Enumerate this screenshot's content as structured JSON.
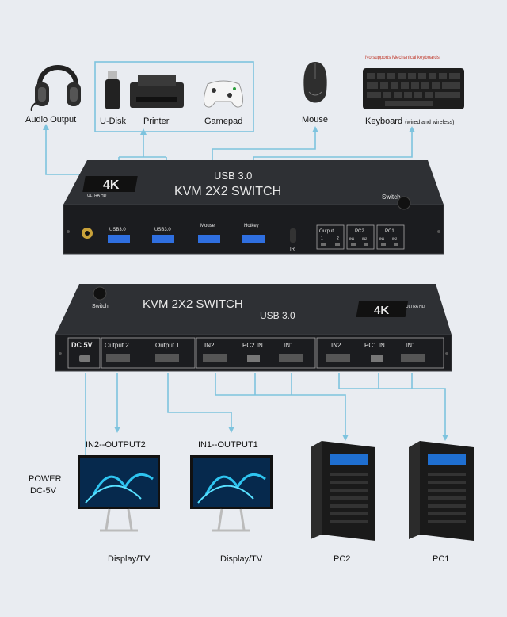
{
  "top_devices": {
    "audio": "Audio Output",
    "udisk": "U-Disk",
    "printer": "Printer",
    "gamepad": "Gamepad",
    "mouse": "Mouse",
    "keyboard": "Keyboard",
    "keyboard_note": "(wired and wireless)",
    "keyboard_warning": "No supports Mechanical keyboards"
  },
  "front_panel": {
    "logo_4k": "4K",
    "logo_sub": "ULTRA HD",
    "line1": "USB 3.0",
    "line2": "KVM 2X2 SWITCH",
    "switch_label": "Switch",
    "port_usb1": "USB3.0",
    "port_usb2": "USB3.0",
    "port_mouse": "Mouse",
    "port_hotkey": "Hotkey",
    "ir_label": "IR",
    "group_output": "Output",
    "group_output_nums": [
      "1",
      "2"
    ],
    "group_pc2": "PC2",
    "group_pc1": "PC1",
    "group_in": [
      "IN1",
      "IN2"
    ]
  },
  "rear_panel": {
    "switch_label": "Switch",
    "line1": "USB 3.0",
    "line2": "KVM 2X2 SWITCH",
    "logo_4k": "4K",
    "logo_sub": "ULTRA HD",
    "dc": "DC 5V",
    "out2": "Output 2",
    "out1": "Output 1",
    "in2a": "IN2",
    "pc2in": "PC2 IN",
    "in1a": "IN1",
    "in2b": "IN2",
    "pc1in": "PC1 IN",
    "in1b": "IN1"
  },
  "bottom": {
    "in2_output2": "IN2--OUTPUT2",
    "in1_output1": "IN1--OUTPUT1",
    "power1": "POWER",
    "power2": "DC-5V",
    "display1": "Display/TV",
    "display2": "Display/TV",
    "pc2": "PC2",
    "pc1": "PC1"
  },
  "colors": {
    "line": "#7ec3de",
    "case": "#2b2d31",
    "panel": "#1c1d20",
    "background": "#e9ecf1"
  }
}
